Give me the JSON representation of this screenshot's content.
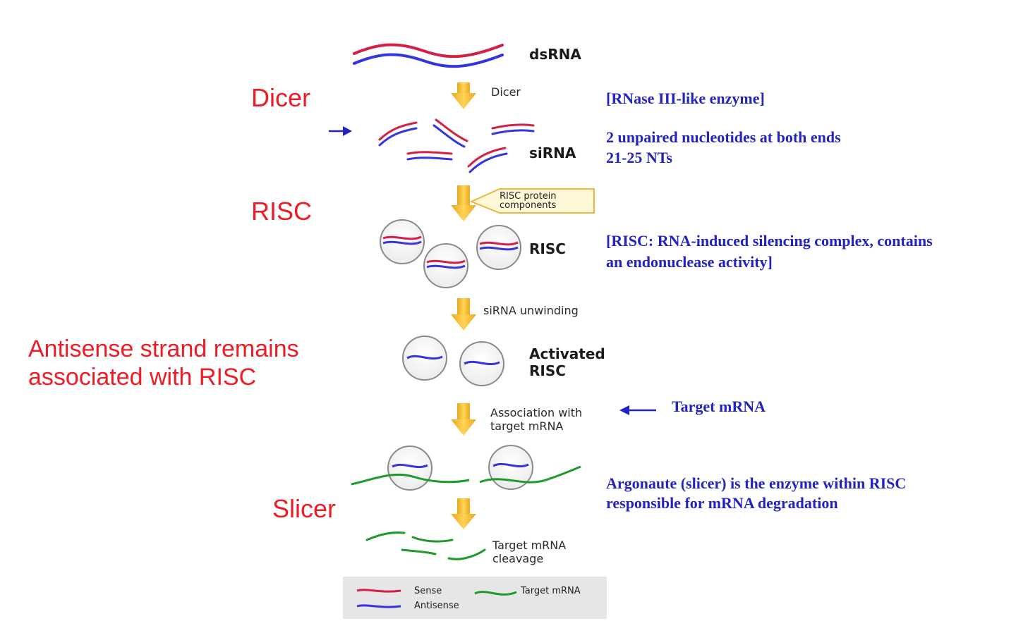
{
  "left_labels": {
    "dicer": "Dicer",
    "risc": "RISC",
    "antisense_line1": "Antisense strand remains",
    "antisense_line2": "associated with RISC",
    "slicer": "Slicer"
  },
  "diagram_labels": {
    "dsrna": "dsRNA",
    "sirna": "siRNA",
    "risc": "RISC",
    "activated_line1": "Activated",
    "activated_line2": "RISC"
  },
  "step_labels": {
    "dicer": "Dicer",
    "risc_components_line1": "RISC protein",
    "risc_components_line2": "components",
    "unwinding": "siRNA unwinding",
    "association_line1": "Association with",
    "association_line2": "target mRNA",
    "cleavage_line1": "Target mRNA",
    "cleavage_line2": "cleavage"
  },
  "annotations": {
    "rnase": "[RNase III-like enzyme]",
    "unpaired_line1": "2 unpaired nucleotides at both ends",
    "unpaired_line2": "21-25 NTs",
    "risc_line1": "[RISC: RNA-induced silencing complex, contains",
    "risc_line2": "an endonuclease activity]",
    "target": "Target  mRNA",
    "argonaute_line1": "Argonaute (slicer) is the enzyme within RISC",
    "argonaute_line2": "responsible for mRNA degradation"
  },
  "legend": {
    "sense": "Sense",
    "antisense": "Antisense",
    "target": "Target mRNA"
  },
  "colors": {
    "sense": "#d42045",
    "antisense": "#3535e0",
    "target_mrna": "#1f9a2a",
    "arrow": "#f5c12e",
    "annotation_blue": "#2323c0",
    "left_label_red": "#ee1c25",
    "legend_bg": "#e6e6e6"
  }
}
